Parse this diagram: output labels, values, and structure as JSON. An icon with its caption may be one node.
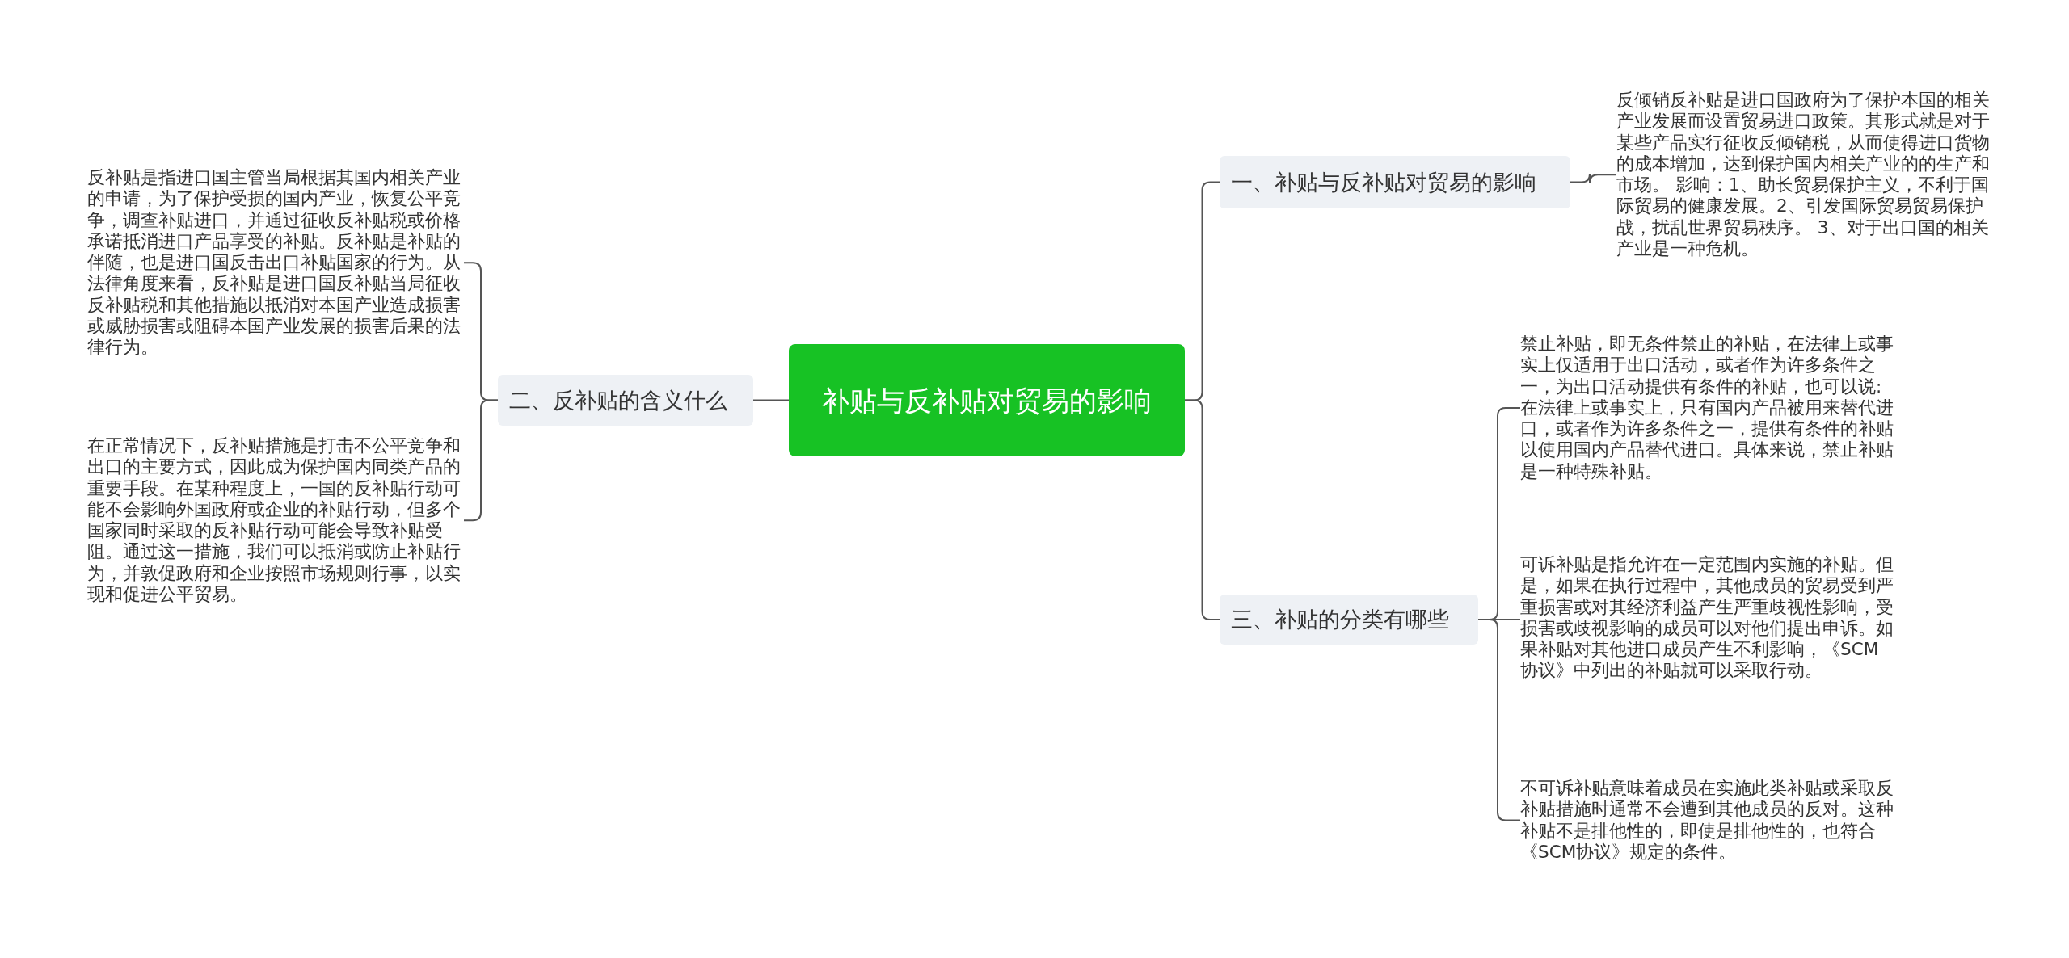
{
  "diagram": {
    "nodes": [
      {
        "text": [
          "补贴与反补贴对贸易的影响"
        ]
      },
      {
        "text": [
          "一、补贴与反补贴对贸易的影响"
        ]
      },
      {
        "text": [
          "反倾销反补贴是进口国政府为了保护本国的相关产业发展而设置贸易进口政策。其形式就是对于某些产品实行征收反倾销税，从而使得进口货物的成本增加，达到保护国内相关产业的的生产和市场。  影响：1、助长贸易保护主义，不利于国际贸易的健康发展。2、引发国际贸易贸易保护战，扰乱世界贸易秩序。  3、对于出口国的相关产业是一种危机。"
        ]
      },
      {
        "text": [
          "二、反补贴的含义什么"
        ]
      },
      {
        "text": [
          "反补贴是指进口国主管当局根据其国内相关产业的申请，为了保护受损的国内产业，恢复公平竞争，调查补贴进口，并通过征收反补贴税或价格承诺抵消进口产品享受的补贴。反补贴是补贴的伴随，也是进口国反击出口补贴国家的行为。从法律角度来看，反补贴是进口国反补贴当局征收反补贴税和其他措施以抵消对本国产业造成损害或威胁损害或阻碍本国产业发展的损害后果的法律行为。"
        ]
      },
      {
        "text": [
          "在正常情况下，反补贴措施是打击不公平竞争和出口的主要方式，因此成为保护国内同类产品的重要手段。在某种程度上，一国的反补贴行动可能不会影响外国政府或企业的补贴行动，但多个国家同时采取的反补贴行动可能会导致补贴受阻。通过这一措施，我们可以抵消或防止补贴行为，并敦促政府和企业按照市场规则行事，以实现和促进公平贸易。"
        ]
      },
      {
        "text": [
          "三、补贴的分类有哪些"
        ]
      },
      {
        "text": [
          "禁止补贴，即无条件禁止的补贴，在法律上或事实上仅适用于出口活动，或者作为许多条件之一，为出口活动提供有条件的补贴，也可以说:在法律上或事实上，只有国内产品被用来替代进口，或者作为许多条件之一，提供有条件的补贴以使用国内产品替代进口。具体来说，禁止补贴是一种特殊补贴。"
        ]
      },
      {
        "text": [
          "可诉补贴是指允许在一定范围内实施的补贴。但是，如果在执行过程中，其他成员的贸易受到严重损害或对其经济利益产生严重歧视性影响，受损害或歧视影响的成员可以对他们提出申诉。如果补贴对其他进口成员产生不利影响，《SCM协议》中列出的补贴就可以采取行动。"
        ]
      },
      {
        "text": [
          "不可诉补贴意味着成员在实施此类补贴或采取反补贴措施时通常不会遭到其他成员的反对。这种补贴不是排他性的，即使是排他性的，也符合《SCM协议》规定的条件。"
        ]
      }
    ],
    "edges": [
      {
        "from": 0,
        "to": 1,
        "arrow": "none"
      },
      {
        "from": 1,
        "to": 2,
        "arrow": "none"
      },
      {
        "from": 0,
        "to": 3,
        "arrow": "none"
      },
      {
        "from": 3,
        "to": 4,
        "arrow": "none"
      },
      {
        "from": 3,
        "to": 5,
        "arrow": "none"
      },
      {
        "from": 0,
        "to": 6,
        "arrow": "none"
      },
      {
        "from": 6,
        "to": 7,
        "arrow": "none"
      },
      {
        "from": 6,
        "to": 8,
        "arrow": "none"
      },
      {
        "from": 6,
        "to": 9,
        "arrow": "none"
      }
    ]
  }
}
